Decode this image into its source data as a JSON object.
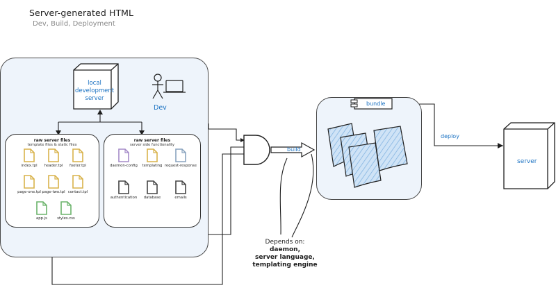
{
  "header": {
    "title": "Server-generated HTML",
    "subtitle": "Dev, Build, Deployment"
  },
  "dev_box": {
    "label_line1": "local",
    "label_line2": "development",
    "label_line3": "server"
  },
  "actor": {
    "label": "Dev"
  },
  "raw_files": {
    "title": "raw server files",
    "subtitle": "template files & static files",
    "files": [
      "index.tpl",
      "header.tpl",
      "footer.tpl",
      "page-one.tpl",
      "page-two.tpl",
      "contact.tpl",
      "app.js",
      "styles.css"
    ]
  },
  "server_funcs": {
    "title": "raw server files",
    "subtitle": "server side functionality",
    "files": [
      "daemon-config",
      "templating",
      "request-response",
      "authentication",
      "database",
      "emails"
    ]
  },
  "build": {
    "label": "build"
  },
  "bundle": {
    "label": "bundle"
  },
  "deploy": {
    "label": "deploy"
  },
  "server": {
    "label": "server"
  },
  "depends": {
    "line1": "Depends on:",
    "line2": "daemon,",
    "line3": "server language,",
    "line4": "templating engine"
  },
  "colors": {
    "accent": "#1971c2",
    "yellow_file": "#d8b24a",
    "green_file": "#6bb36b",
    "purple_file": "#a58bc8",
    "steel_file": "#8aa4bf",
    "dark_file": "#444444",
    "panel_fill": "#eef4fb"
  }
}
